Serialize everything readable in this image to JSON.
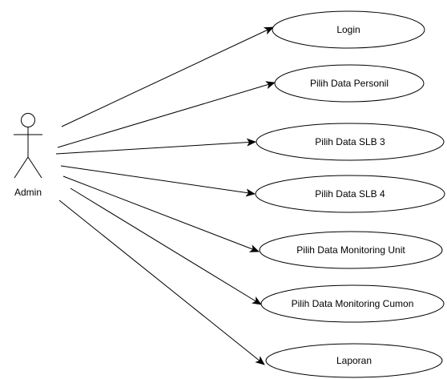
{
  "actor": {
    "label": "Admin",
    "icon": "stick-figure-actor-icon"
  },
  "use_cases": [
    {
      "id": "login",
      "label": "Login"
    },
    {
      "id": "pilih-data-personil",
      "label": "Pilih Data  Personil"
    },
    {
      "id": "pilih-data-slb-3",
      "label": "Pilih Data  SLB 3"
    },
    {
      "id": "pilih-data-slb-4",
      "label": "Pilih Data  SLB 4"
    },
    {
      "id": "pilih-data-monitoring-unit",
      "label": "Pilih Data  Monitoring Unit"
    },
    {
      "id": "pilih-data-monitoring-cumon",
      "label": "Pilih Data  Monitoring Cumon"
    },
    {
      "id": "laporan",
      "label": "Laporan"
    }
  ],
  "colors": {
    "stroke": "#000000",
    "background": "#ffffff"
  }
}
